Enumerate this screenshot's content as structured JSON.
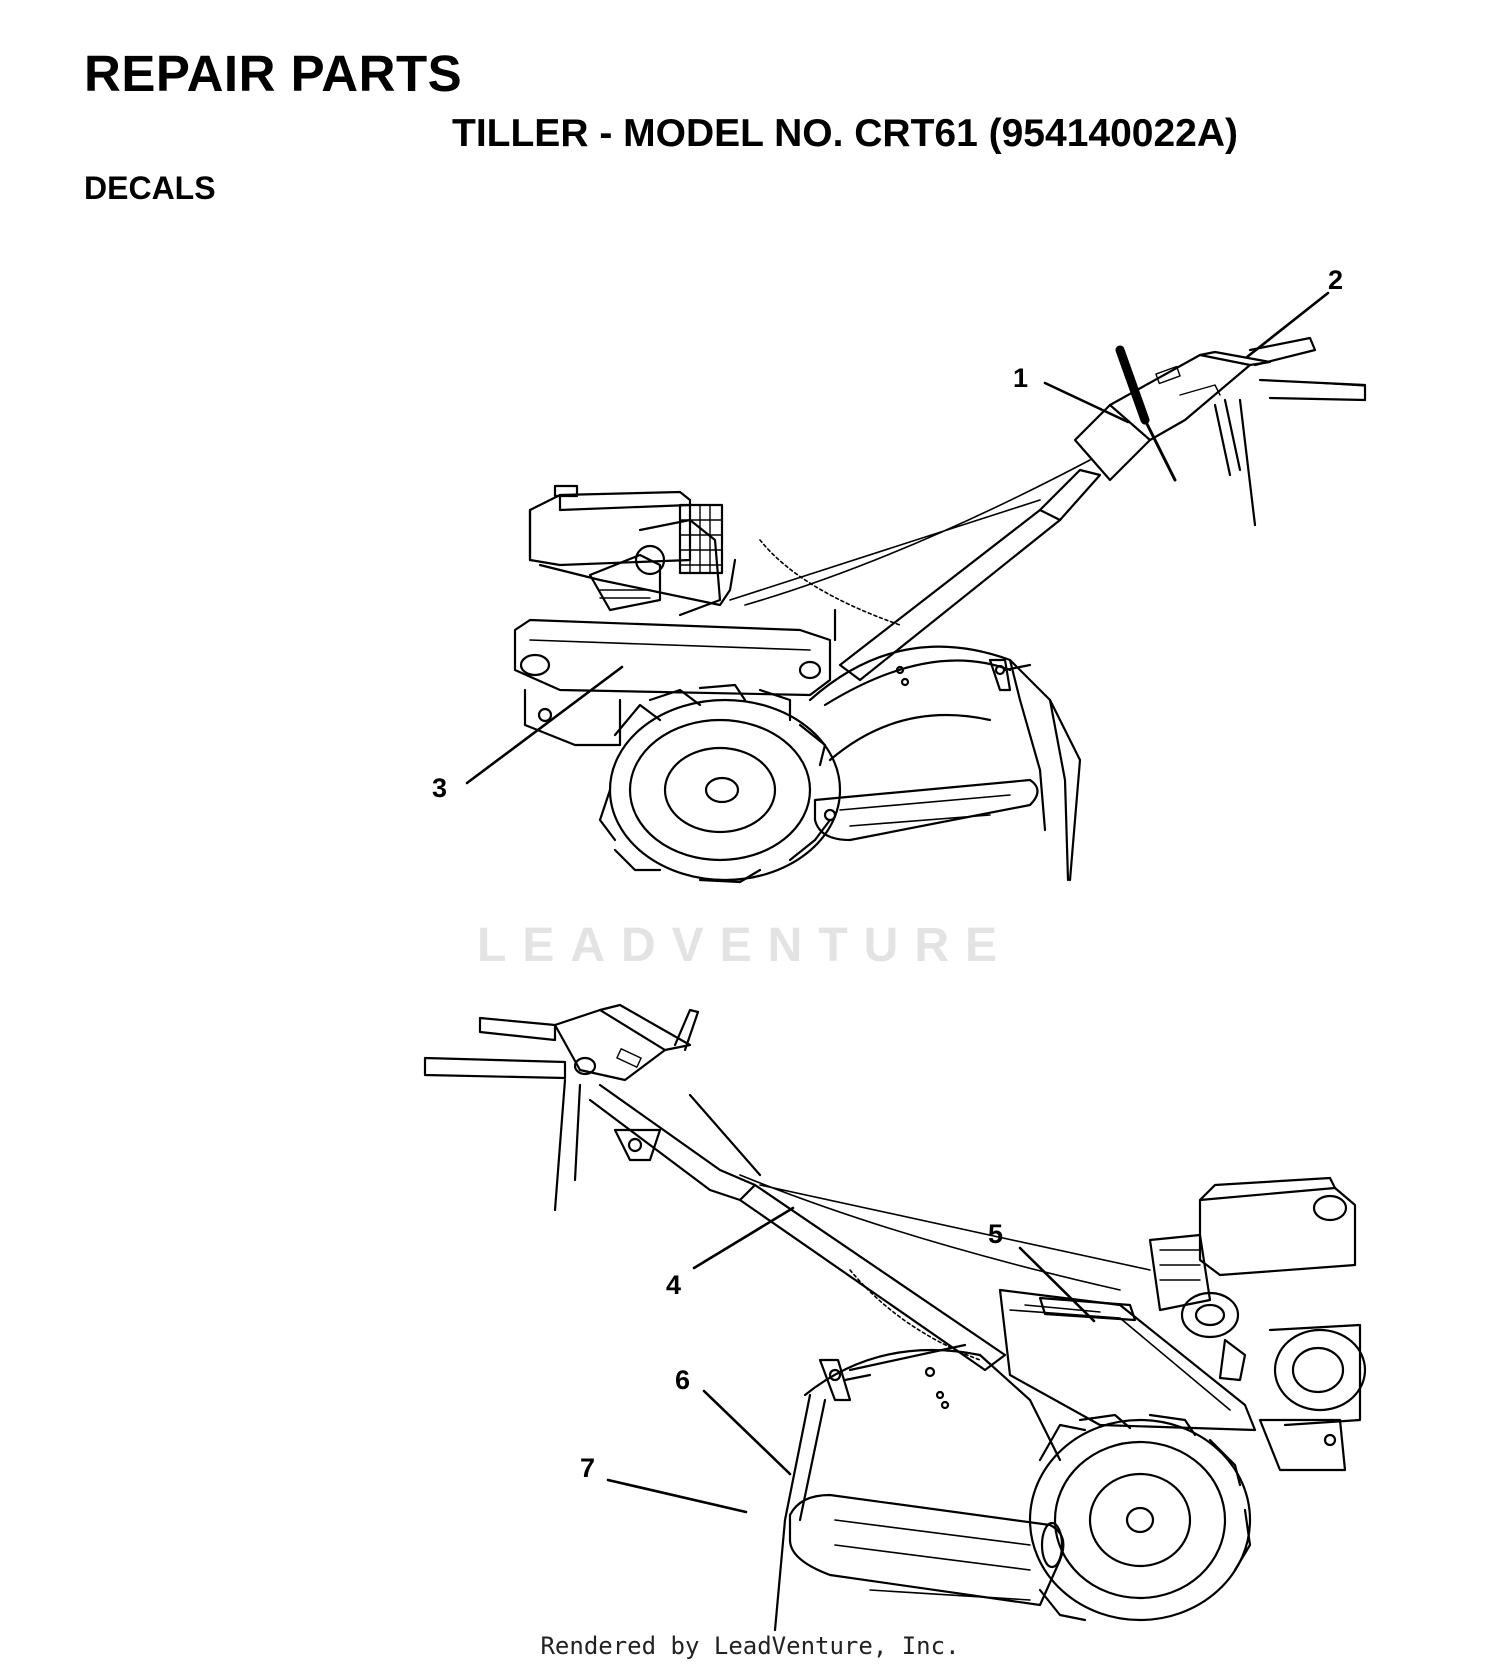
{
  "header": {
    "title": "REPAIR PARTS",
    "subtitle": "TILLER - MODEL NO. CRT61 (954140022A)",
    "section": "DECALS"
  },
  "watermark": "LEADVENTURE",
  "footer": "Rendered by LeadVenture, Inc.",
  "callouts": [
    "1",
    "2",
    "3",
    "4",
    "5",
    "6",
    "7"
  ],
  "colors": {
    "ink": "#000000",
    "paper": "#ffffff",
    "watermark": "#e3e3e3"
  }
}
